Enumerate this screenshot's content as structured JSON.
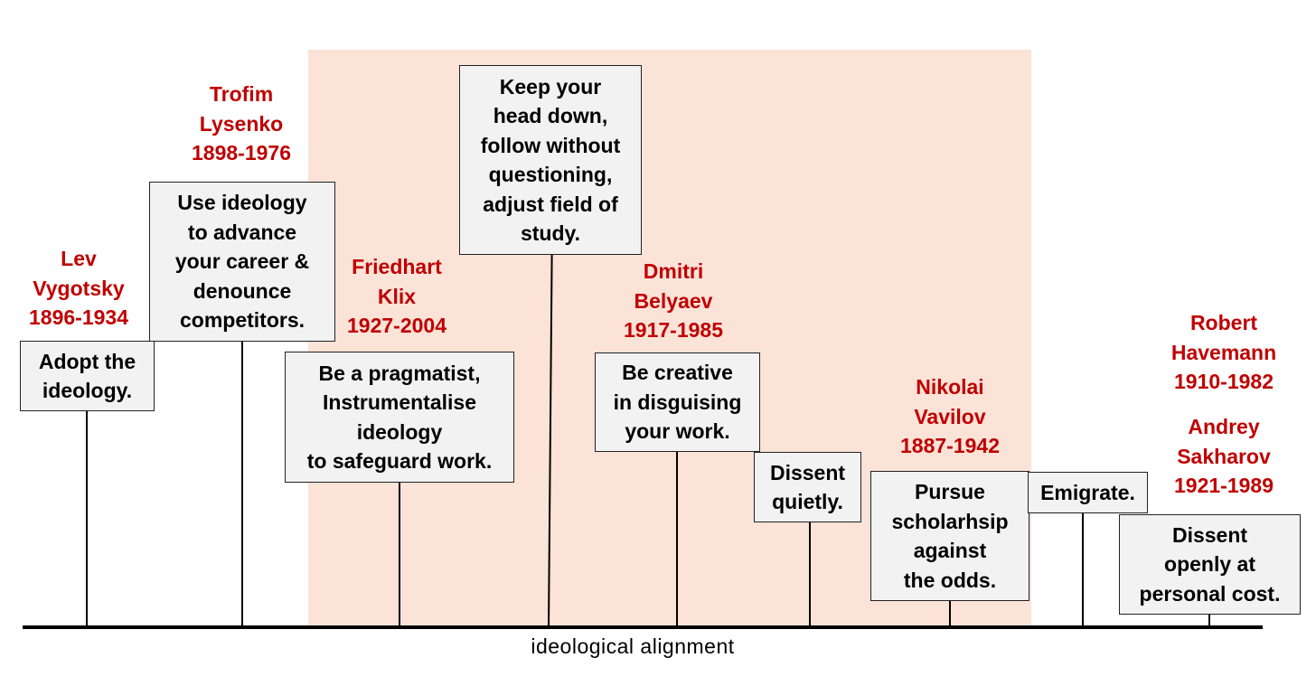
{
  "axis_label": "ideological  alignment",
  "strategies": [
    {
      "key": "adopt",
      "text": "Adopt the\nideology."
    },
    {
      "key": "use",
      "text": "Use ideology\nto advance\nyour career &\ndenounce\ncompetitors."
    },
    {
      "key": "pragmatist",
      "text": "Be a pragmatist,\nInstrumentalise\nideology\nto safeguard work."
    },
    {
      "key": "keep-head-down",
      "text": "Keep your\nhead down,\nfollow without\nquestioning,\nadjust field of\nstudy."
    },
    {
      "key": "creative",
      "text": "Be creative\nin disguising\nyour work."
    },
    {
      "key": "dissent-quietly",
      "text": "Dissent\nquietly."
    },
    {
      "key": "pursue",
      "text": "Pursue\nscholarhsip\nagainst\nthe odds."
    },
    {
      "key": "emigrate",
      "text": "Emigrate."
    },
    {
      "key": "dissent-openly",
      "text": "Dissent\nopenly at\npersonal cost."
    }
  ],
  "people": [
    {
      "key": "vygotsky",
      "text": "Lev\nVygotsky\n1896-1934"
    },
    {
      "key": "lysenko",
      "text": "Trofim\nLysenko\n1898-1976"
    },
    {
      "key": "klix",
      "text": "Friedhart\nKlix\n1927-2004"
    },
    {
      "key": "belyaev",
      "text": "Dmitri\nBelyaev\n1917-1985"
    },
    {
      "key": "vavilov",
      "text": "Nikolai\nVavilov\n1887-1942"
    },
    {
      "key": "havemann",
      "text": "Robert\nHavemann\n1910-1982"
    },
    {
      "key": "sakharov",
      "text": "Andrey\nSakharov\n1921-1989"
    }
  ]
}
